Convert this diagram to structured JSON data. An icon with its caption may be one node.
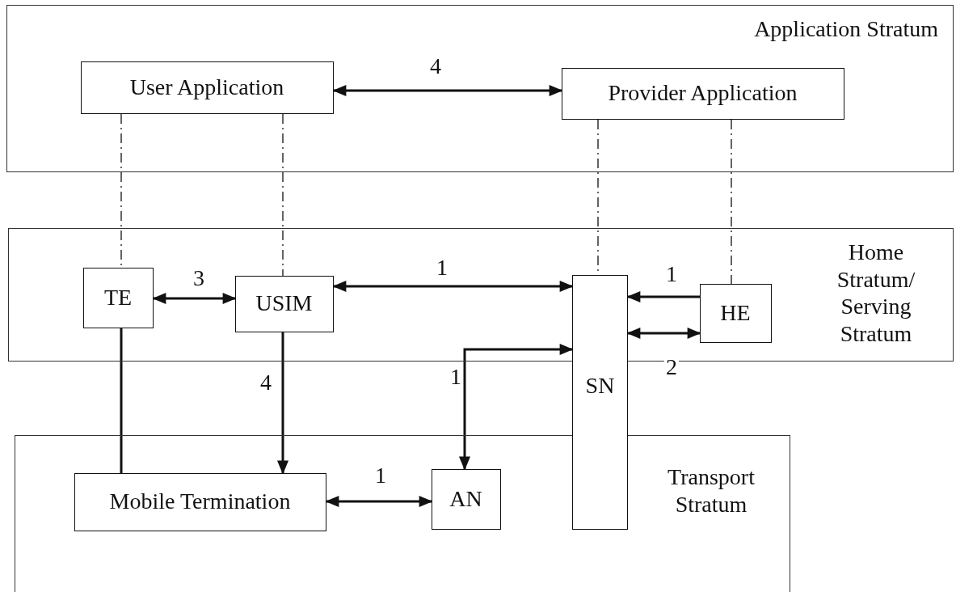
{
  "diagram": {
    "nodes": [
      {
        "text": [
          "Application Stratum"
        ]
      },
      {
        "text": [
          "User Application"
        ],
        "in": 0
      },
      {
        "text": [
          "Provider Application"
        ],
        "in": 0
      },
      {
        "text": [
          "Home Stratum/ Serving Stratum"
        ]
      },
      {
        "text": [
          "TE"
        ],
        "in": 3
      },
      {
        "text": [
          "USIM"
        ],
        "in": 3
      },
      {
        "text": [
          "HE"
        ],
        "in": 3
      },
      {
        "text": [
          "Transport Stratum"
        ]
      },
      {
        "text": [
          "Mobile Termination"
        ],
        "in": 7
      },
      {
        "text": [
          "AN"
        ],
        "in": 7
      },
      {
        "text": [
          "SN"
        ]
      }
    ],
    "edges": [
      {
        "from": 1,
        "to": 2,
        "arrow": "both",
        "label": "4"
      },
      {
        "from": 1,
        "to": 4,
        "arrow": "none",
        "style": "dashed"
      },
      {
        "from": 1,
        "to": 5,
        "arrow": "none",
        "style": "dashed"
      },
      {
        "from": 2,
        "to": 10,
        "arrow": "none",
        "style": "dashed"
      },
      {
        "from": 2,
        "to": 6,
        "arrow": "none",
        "style": "dashed"
      },
      {
        "from": 4,
        "to": 5,
        "arrow": "both",
        "label": "3"
      },
      {
        "from": 5,
        "to": 10,
        "arrow": "both",
        "label": "1"
      },
      {
        "from": 6,
        "to": 10,
        "arrow": "to",
        "label": "1"
      },
      {
        "from": 10,
        "to": 6,
        "arrow": "both",
        "label": "2"
      },
      {
        "from": 9,
        "to": 10,
        "arrow": "both",
        "label": "1"
      },
      {
        "from": 4,
        "to": 8,
        "arrow": "none"
      },
      {
        "from": 5,
        "to": 8,
        "arrow": "to",
        "label": "4"
      },
      {
        "from": 8,
        "to": 9,
        "arrow": "both",
        "label": "1"
      }
    ]
  }
}
